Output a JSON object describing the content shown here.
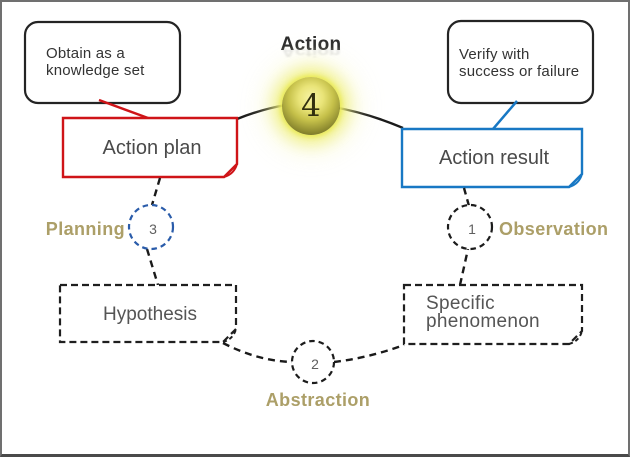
{
  "diagram": {
    "title": "Action",
    "center_badge": {
      "number": "4",
      "glow_color": "#e9e94f"
    },
    "callout_left": {
      "text": "Obtain as a\nknowledge set"
    },
    "callout_right": {
      "text": "Verify with\nsuccess or failure"
    },
    "box_action_plan": {
      "label": "Action plan",
      "border_color": "#cf1418"
    },
    "box_action_result": {
      "label": "Action result",
      "border_color": "#1878c4"
    },
    "box_hypothesis": {
      "label": "Hypothesis"
    },
    "box_specific_phenomenon": {
      "label": "Specific\nphenomenon"
    },
    "phase_planning": {
      "label": "Planning",
      "color": "#ac9f68"
    },
    "phase_observation": {
      "label": "Observation",
      "color": "#ac9f68"
    },
    "phase_abstraction": {
      "label": "Abstraction",
      "color": "#ac9f68"
    },
    "step1": {
      "number": "1"
    },
    "step2": {
      "number": "2"
    },
    "step3": {
      "number": "3",
      "ring_color": "#2a5caa"
    }
  }
}
